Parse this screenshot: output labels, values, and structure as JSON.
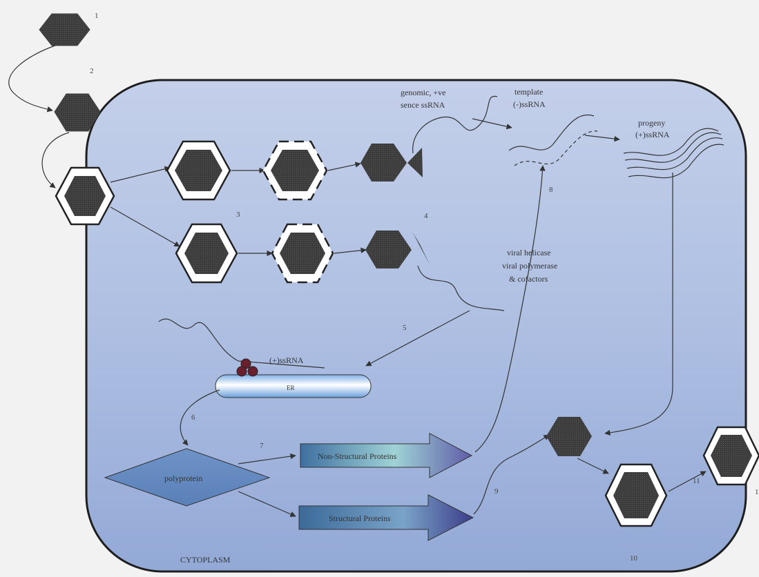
{
  "cell": {
    "region_label": "CYTOPLASM"
  },
  "steps": {
    "s1": "1",
    "s2": "2",
    "s3": "3",
    "s4": "4",
    "s5": "5",
    "s6": "6",
    "s7": "7",
    "s8": "8",
    "s9": "9",
    "s10": "10",
    "s11": "11",
    "s12": "1"
  },
  "labels": {
    "genomic_line1": "genomic, +ve",
    "genomic_line2": "sence ssRNA",
    "template_line1": "template",
    "template_line2": "(-)ssRNA",
    "progeny_line1": "progeny",
    "progeny_line2": "(+)ssRNA",
    "enzymes_line1": "viral helicase",
    "enzymes_line2": "viral polymerase",
    "enzymes_line3": "& cofactors",
    "plus_ssrna": "(+)ssRNA",
    "er": "ER",
    "polyprotein": "polyprotein",
    "nonstructural": "Non-Structural Proteins",
    "structural": "Structural Proteins"
  },
  "colors": {
    "cell_fill": "#a9b9de",
    "virion": "#3a3a3a",
    "shell": "#ffffff",
    "outline": "#222222"
  }
}
